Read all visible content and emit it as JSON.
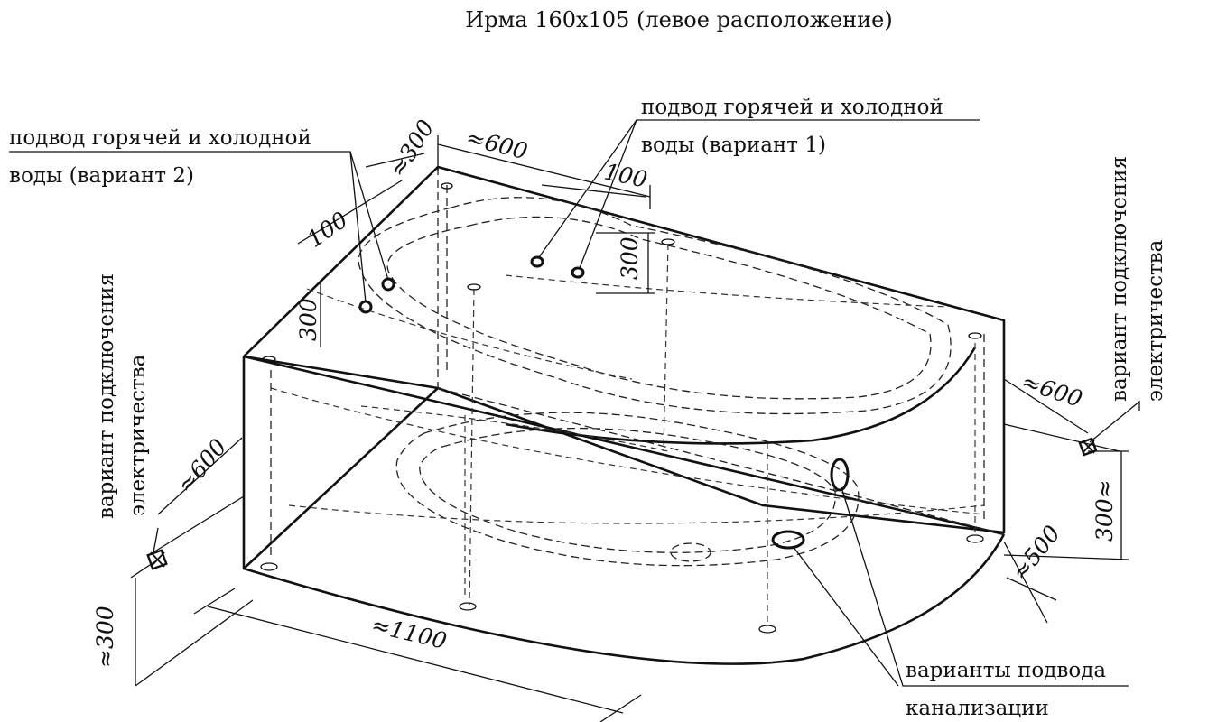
{
  "title": "Ирма 160x105 (левое расположение)",
  "labels": {
    "water_v2_line1": "подвод горячей и холодной",
    "water_v2_line2": "воды (вариант 2)",
    "water_v1_line1": "подвод горячей и холодной",
    "water_v1_line2": "воды (вариант 1)",
    "elec_left_line1": "вариант подключения",
    "elec_left_line2": "электричества",
    "elec_right_line1": "вариант подключения",
    "elec_right_line2": "электричества",
    "drain_line1": "варианты подвода",
    "drain_line2": "канализации"
  },
  "dimensions": {
    "top_width": "≈600",
    "top_300": "≈300",
    "d100_left": "100",
    "d100_right": "100",
    "h300_left": "300",
    "h300_right": "300",
    "right_600": "≈600",
    "right_500": "≈500",
    "right_300": "300≈",
    "left_600": "≈600",
    "left_300": "≈300",
    "bottom_1100": "≈1100"
  }
}
